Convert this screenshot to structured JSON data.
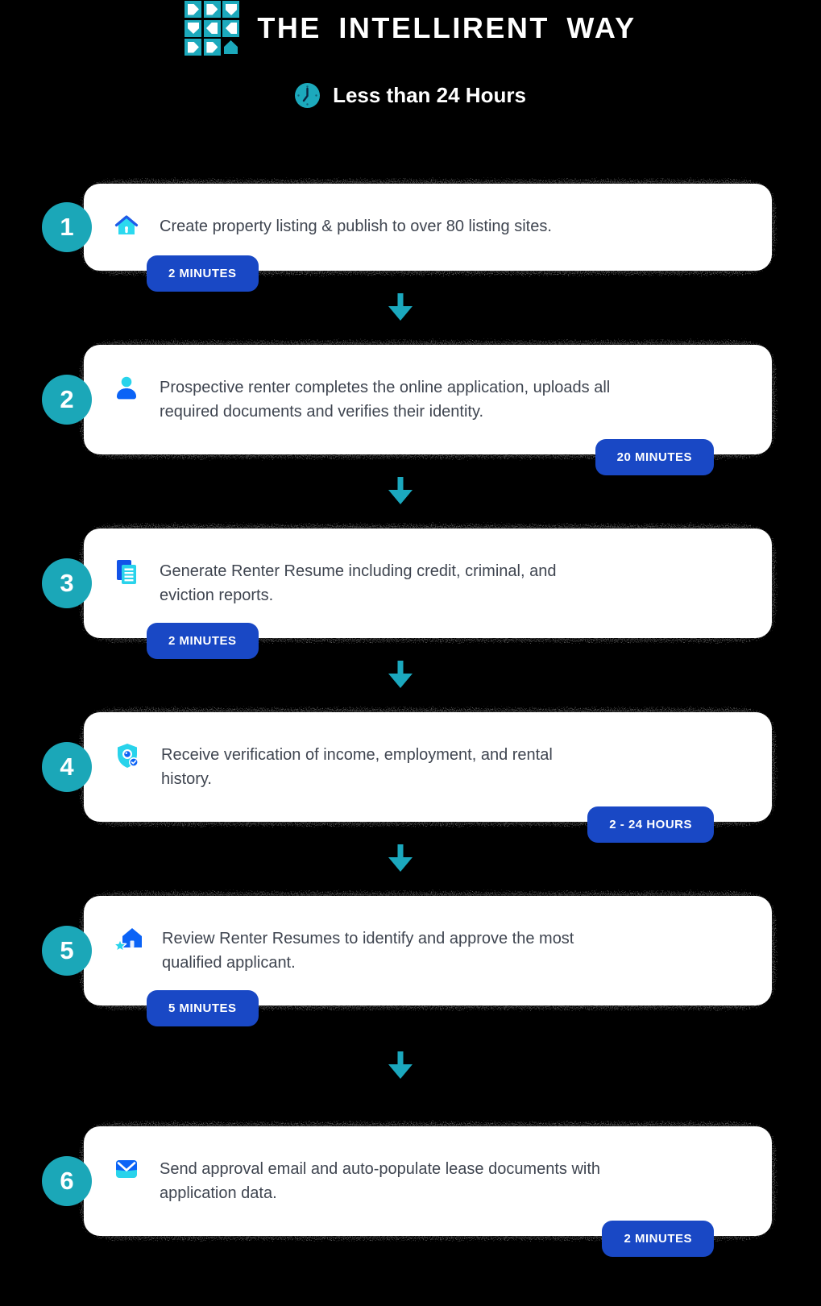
{
  "header": {
    "title": "THE INTELLIRENT WAY",
    "subtitle": "Less than 24 Hours"
  },
  "steps": [
    {
      "number": "1",
      "icon": "home-icon",
      "text": "Create property listing & publish to over 80 listing sites.",
      "badge": "2 MINUTES"
    },
    {
      "number": "2",
      "icon": "person-icon",
      "text": "Prospective renter completes the online application, uploads all\nrequired documents and verifies their identity.",
      "badge": "20 MINUTES"
    },
    {
      "number": "3",
      "icon": "documents-icon",
      "text": "Generate Renter Resume including credit, criminal, and\neviction reports.",
      "badge": "2 MINUTES"
    },
    {
      "number": "4",
      "icon": "shield-verify-icon",
      "text": "Receive verification of income, employment, and rental\nhistory.",
      "badge": "2 - 24 HOURS"
    },
    {
      "number": "5",
      "icon": "star-home-icon",
      "text": "Review Renter Resumes to identify and approve the most\nqualified applicant.",
      "badge": "5 MINUTES"
    },
    {
      "number": "6",
      "icon": "mail-icon",
      "text": "Send approval email and auto-populate lease documents with\napplication data.",
      "badge": "2 MINUTES"
    }
  ],
  "colors": {
    "accent_teal": "#1BA7B8",
    "badge_blue": "#1948C5",
    "icon_blue": "#0B63F6",
    "icon_cyan": "#29D3EB",
    "card_text": "#3F4550",
    "card_background": "#FFFFFF",
    "background": "#000000"
  }
}
